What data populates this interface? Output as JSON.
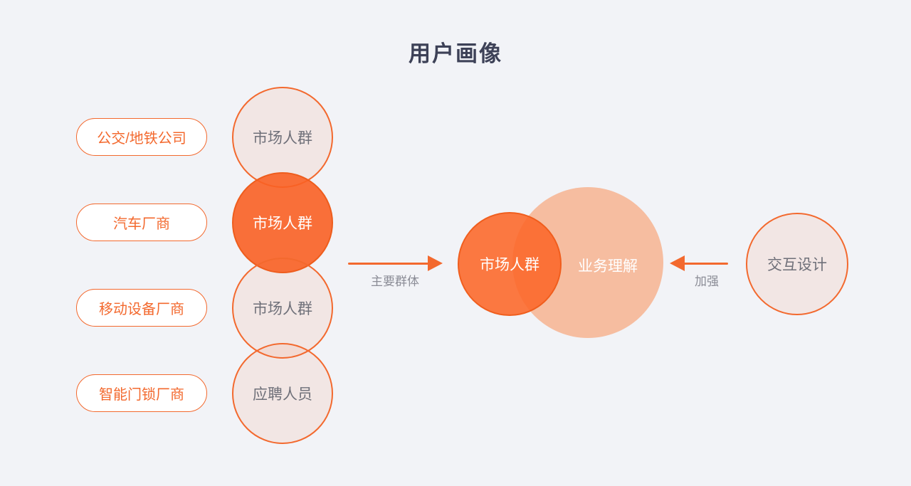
{
  "title": "用户画像",
  "colors": {
    "background": "#f2f3f7",
    "accent_orange": "#f3692e",
    "solid_circle_fill": "#fa7b45",
    "venn_big_fill": "#f6bda0",
    "light_circle_fill": "#f5e9e4",
    "title_text": "#3d4157",
    "circle_text_gray": "#6f7079",
    "arrow_label_gray": "#8b8c96"
  },
  "left_labels": [
    {
      "label": "公交/地铁公司"
    },
    {
      "label": "汽车厂商"
    },
    {
      "label": "移动设备厂商"
    },
    {
      "label": "智能门锁厂商"
    }
  ],
  "group_circles": [
    {
      "label": "市场人群",
      "variant": "light"
    },
    {
      "label": "市场人群",
      "variant": "solid"
    },
    {
      "label": "市场人群",
      "variant": "light"
    },
    {
      "label": "应聘人员",
      "variant": "light"
    }
  ],
  "main_arrow": {
    "label": "主要群体"
  },
  "venn": {
    "left_label": "市场人群",
    "right_label": "业务理解"
  },
  "strengthen_arrow": {
    "label": "加强"
  },
  "right_circle": {
    "label": "交互设计"
  }
}
